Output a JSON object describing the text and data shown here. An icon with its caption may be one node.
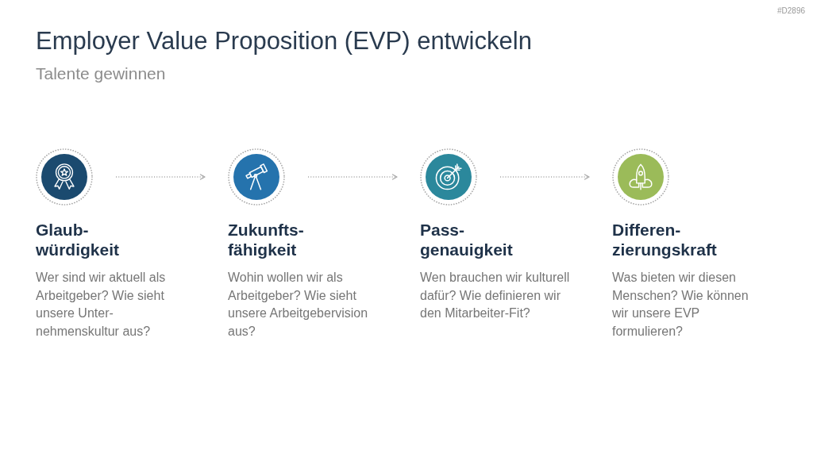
{
  "diagram": {
    "title": "Employer Value Proposition (EVP) entwickeln",
    "nodes": [
      {
        "text": [],
        "shape": "circle",
        "beside": [
          "Glaub- würdigkeit",
          "Wer sind wir aktuell als Arbeitgeber? Wie sieht unsere Unter- nehmenskultur aus?"
        ]
      },
      {
        "text": [],
        "shape": "circle",
        "beside": [
          "Zukunfts- fähigkeit",
          "Wohin wollen wir als Arbeitgeber? Wie sieht unsere Arbeitgebervision aus?"
        ]
      },
      {
        "text": [],
        "shape": "circle",
        "beside": [
          "Pass- genauigkeit",
          "Wen brauchen wir kulturell dafür? Wie definieren wir den Mitarbeiter-Fit?"
        ]
      },
      {
        "text": [],
        "shape": "circle",
        "beside": [
          "Differen- zierungskraft",
          "Was bieten wir diesen Menschen? Wie können wir unsere EVP formulieren?"
        ]
      }
    ],
    "edges": [
      {
        "from": 0,
        "to": 1,
        "arrow": "to",
        "style": "dashed"
      },
      {
        "from": 1,
        "to": 2,
        "arrow": "to",
        "style": "dashed"
      },
      {
        "from": 2,
        "to": 3,
        "arrow": "to",
        "style": "dashed"
      }
    ],
    "labels": [
      "#D2896",
      "Talente gewinnen"
    ]
  }
}
